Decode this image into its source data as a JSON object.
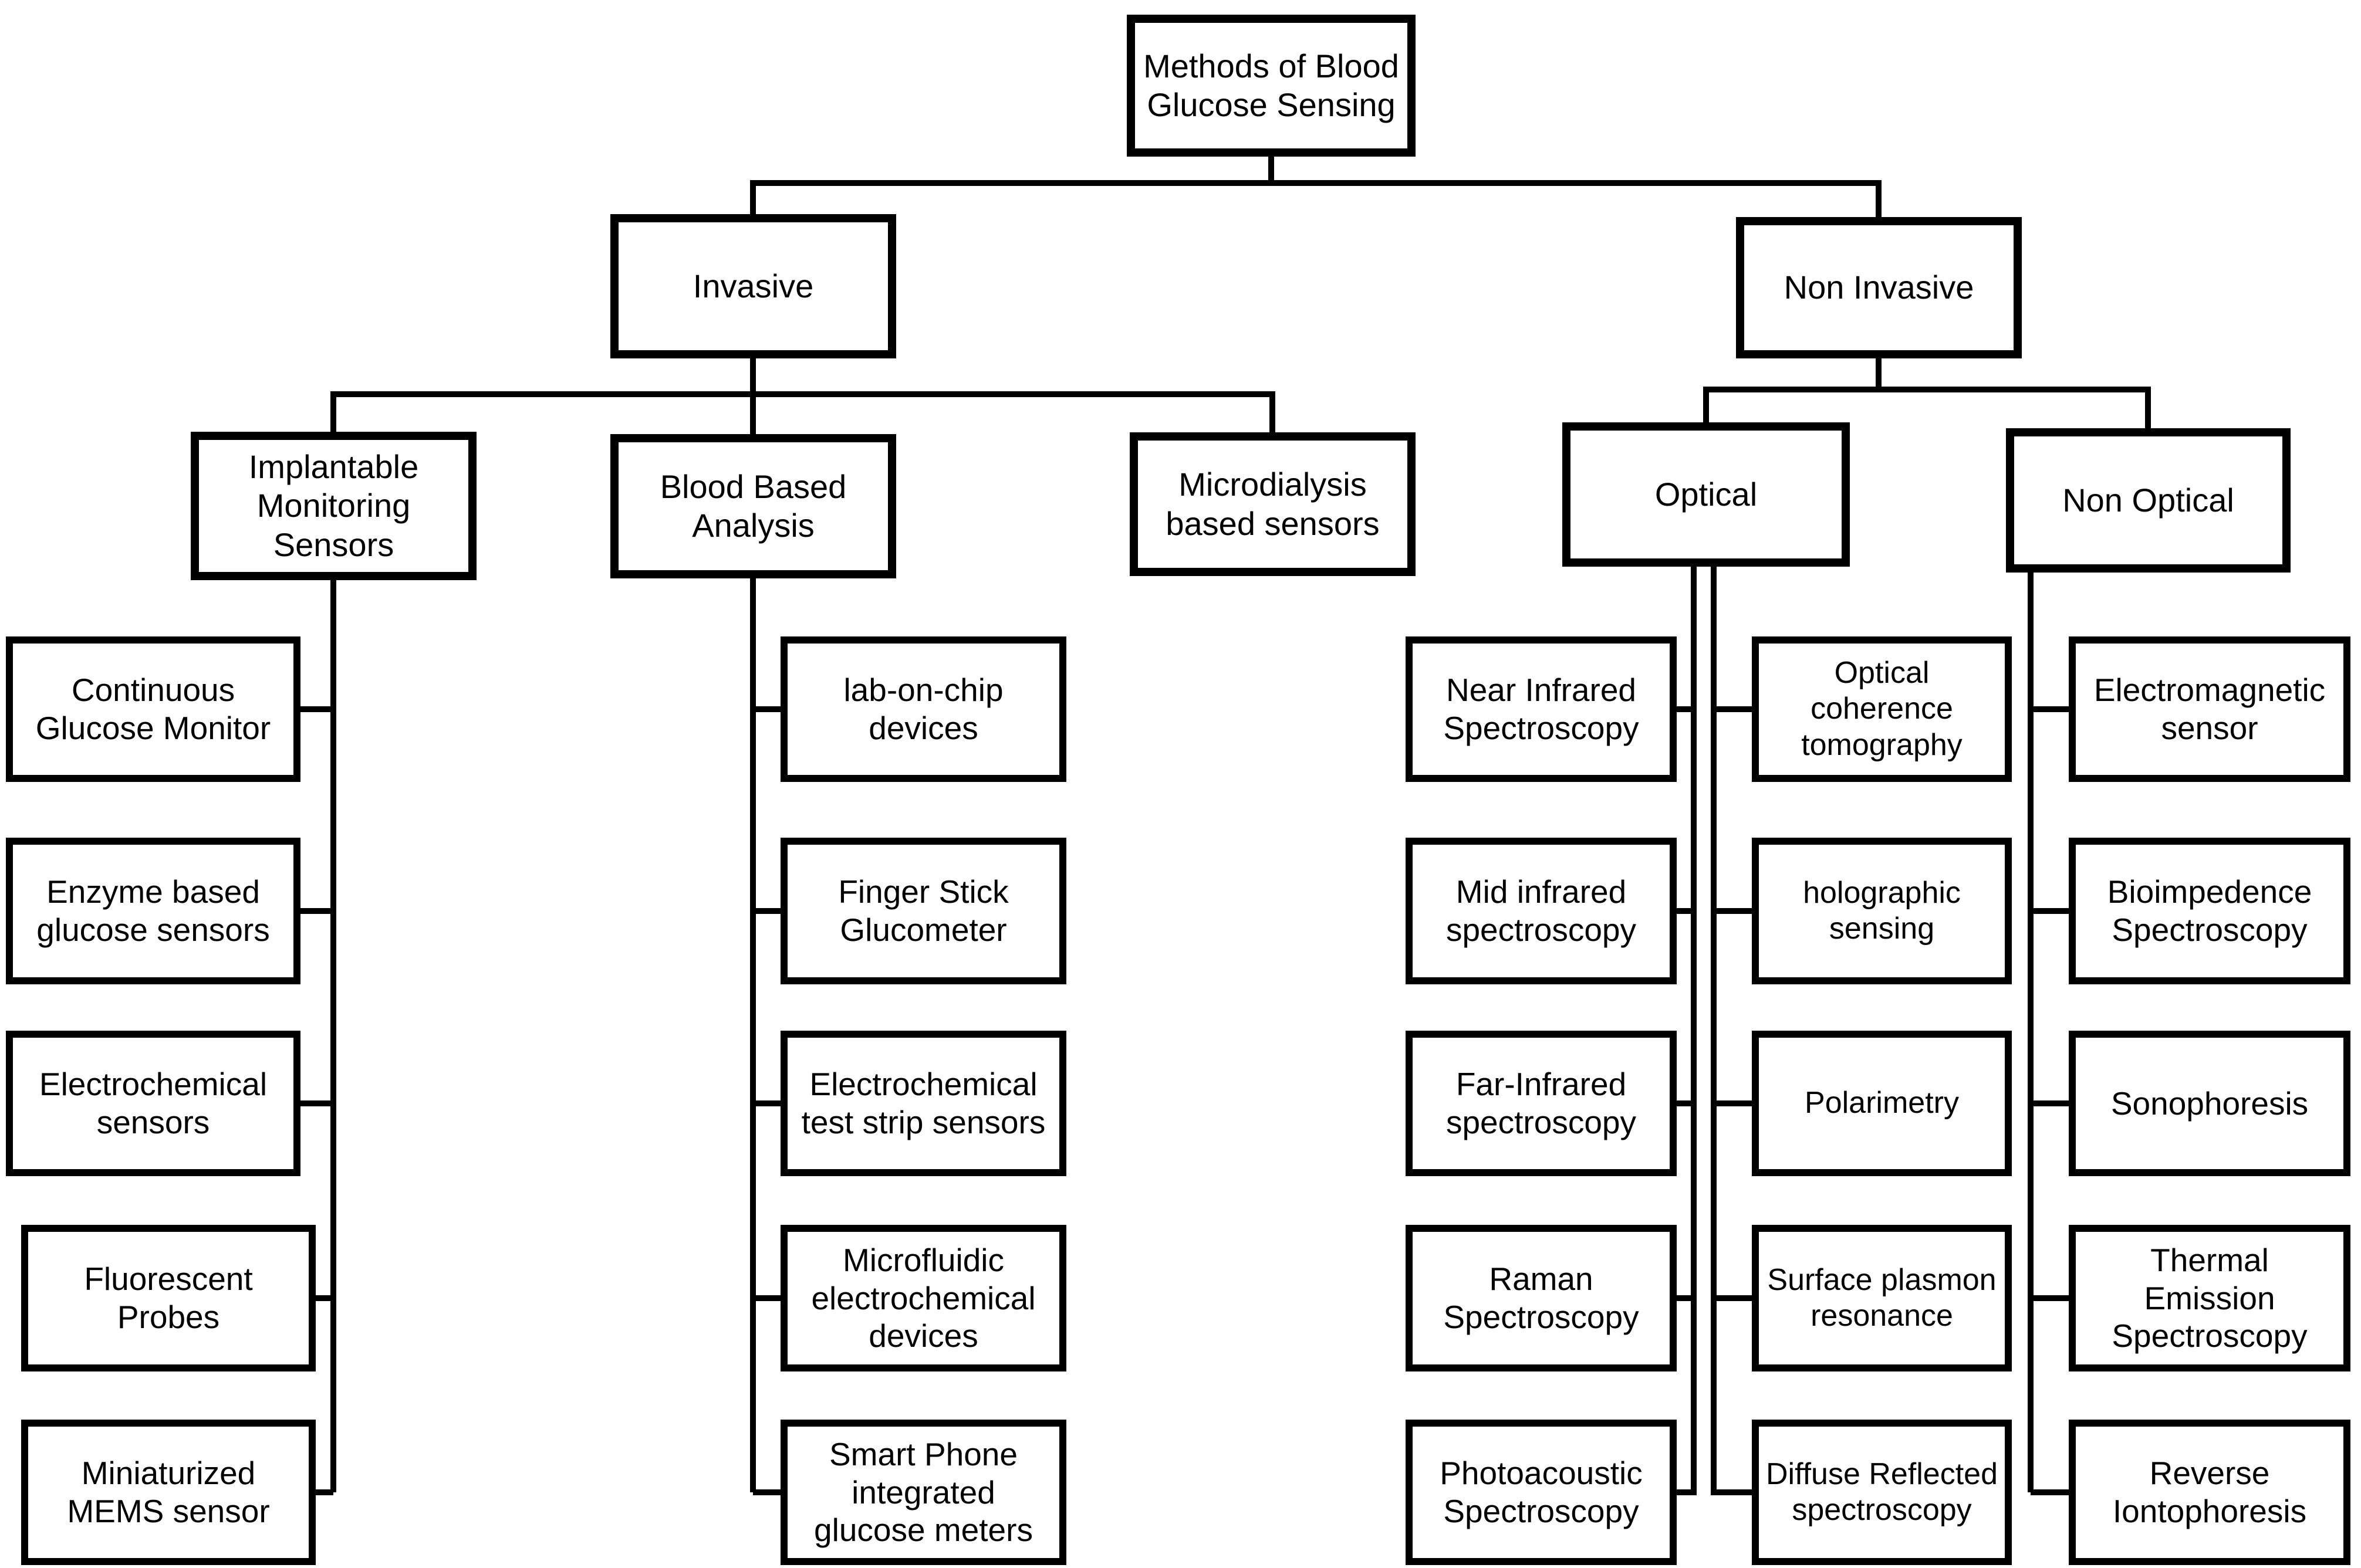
{
  "diagram_title": "Methods of Blood Glucose Sensing",
  "colors": {
    "line": "#000000",
    "box_fill": "#ffffff",
    "background": "#ffffff"
  },
  "tree": {
    "root": {
      "label": "Methods of Blood Glucose Sensing"
    },
    "invasive": {
      "label": "Invasive",
      "children": {
        "implantable": {
          "label": "Implantable Monitoring Sensors",
          "children": [
            "Continuous Glucose Monitor",
            "Enzyme based glucose sensors",
            "Electrochemical sensors",
            "Fluorescent Probes",
            "Miniaturized MEMS sensor"
          ]
        },
        "blood_based": {
          "label": "Blood Based Analysis",
          "children": [
            "lab-on-chip devices",
            "Finger Stick Glucometer",
            "Electrochemical test strip sensors",
            "Microfluidic electrochemical devices",
            "Smart Phone integrated glucose meters"
          ]
        },
        "microdialysis": {
          "label": "Microdialysis based sensors"
        }
      }
    },
    "non_invasive": {
      "label": "Non Invasive",
      "children": {
        "optical": {
          "label": "Optical",
          "children_left": [
            "Near Infrared Spectroscopy",
            "Mid infrared spectroscopy",
            "Far-Infrared spectroscopy",
            "Raman Spectroscopy",
            "Photoacoustic Spectroscopy"
          ],
          "children_right": [
            "Optical coherence tomography",
            "holographic sensing",
            "Polarimetry",
            "Surface plasmon resonance",
            "Diffuse Reflected spectroscopy"
          ]
        },
        "non_optical": {
          "label": "Non Optical",
          "children": [
            "Electromagnetic sensor",
            "Bioimpedence Spectroscopy",
            "Sonophoresis",
            "Thermal Emission Spectroscopy",
            "Reverse Iontophoresis"
          ]
        }
      }
    }
  }
}
